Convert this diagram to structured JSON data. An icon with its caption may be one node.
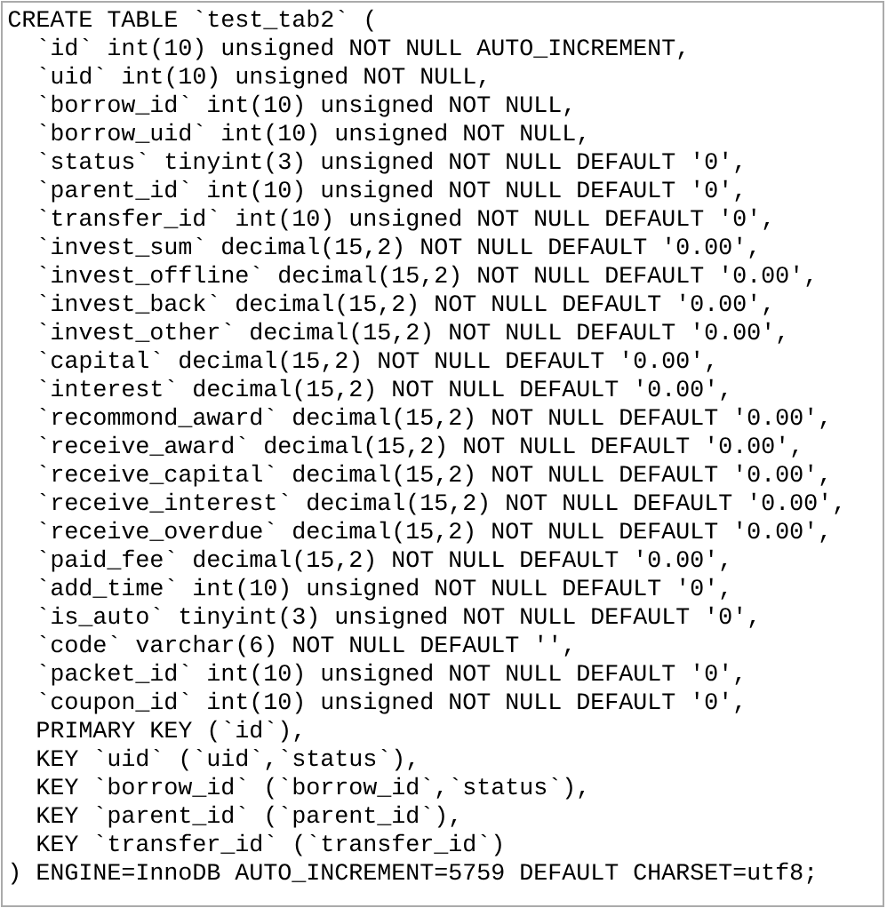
{
  "diagram": {
    "labels": [
      "CREATE TABLE `test_tab2` (",
      "`id` int(10) unsigned NOT NULL AUTO_INCREMENT,",
      "`uid` int(10) unsigned NOT NULL,",
      "`borrow_id` int(10) unsigned NOT NULL,",
      "`borrow_uid` int(10) unsigned NOT NULL,",
      "`status` tinyint(3) unsigned NOT NULL DEFAULT '0',",
      "`parent_id` int(10) unsigned NOT NULL DEFAULT '0',",
      "`transfer_id` int(10) unsigned NOT NULL DEFAULT '0',",
      "`invest_sum` decimal(15,2) NOT NULL DEFAULT '0.00',",
      "`invest_offline` decimal(15,2) NOT NULL DEFAULT '0.00',",
      "`invest_back` decimal(15,2) NOT NULL DEFAULT '0.00',",
      "`invest_other` decimal(15,2) NOT NULL DEFAULT '0.00',",
      "`capital` decimal(15,2) NOT NULL DEFAULT '0.00',",
      "`interest` decimal(15,2) NOT NULL DEFAULT '0.00',",
      "`recommond_award` decimal(15,2) NOT NULL DEFAULT '0.00',",
      "`receive_award` decimal(15,2) NOT NULL DEFAULT '0.00',",
      "`receive_capital` decimal(15,2) NOT NULL DEFAULT '0.00',",
      "`receive_interest` decimal(15,2) NOT NULL DEFAULT '0.00',",
      "`receive_overdue` decimal(15,2) NOT NULL DEFAULT '0.00',",
      "`paid_fee` decimal(15,2) NOT NULL DEFAULT '0.00',",
      "`add_time` int(10) unsigned NOT NULL DEFAULT '0',",
      "`is_auto` tinyint(3) unsigned NOT NULL DEFAULT '0',",
      "`code` varchar(6) NOT NULL DEFAULT '',",
      "`packet_id` int(10) unsigned NOT NULL DEFAULT '0',",
      "`coupon_id` int(10) unsigned NOT NULL DEFAULT '0',",
      "PRIMARY KEY (`id`),",
      "KEY `uid` (`uid`,`status`),",
      "KEY `borrow_id` (`borrow_id`,`status`),",
      "KEY `parent_id` (`parent_id`),",
      "KEY `transfer_id` (`transfer_id`)",
      ") ENGINE=InnoDB AUTO_INCREMENT=5759 DEFAULT CHARSET=utf8;"
    ]
  }
}
